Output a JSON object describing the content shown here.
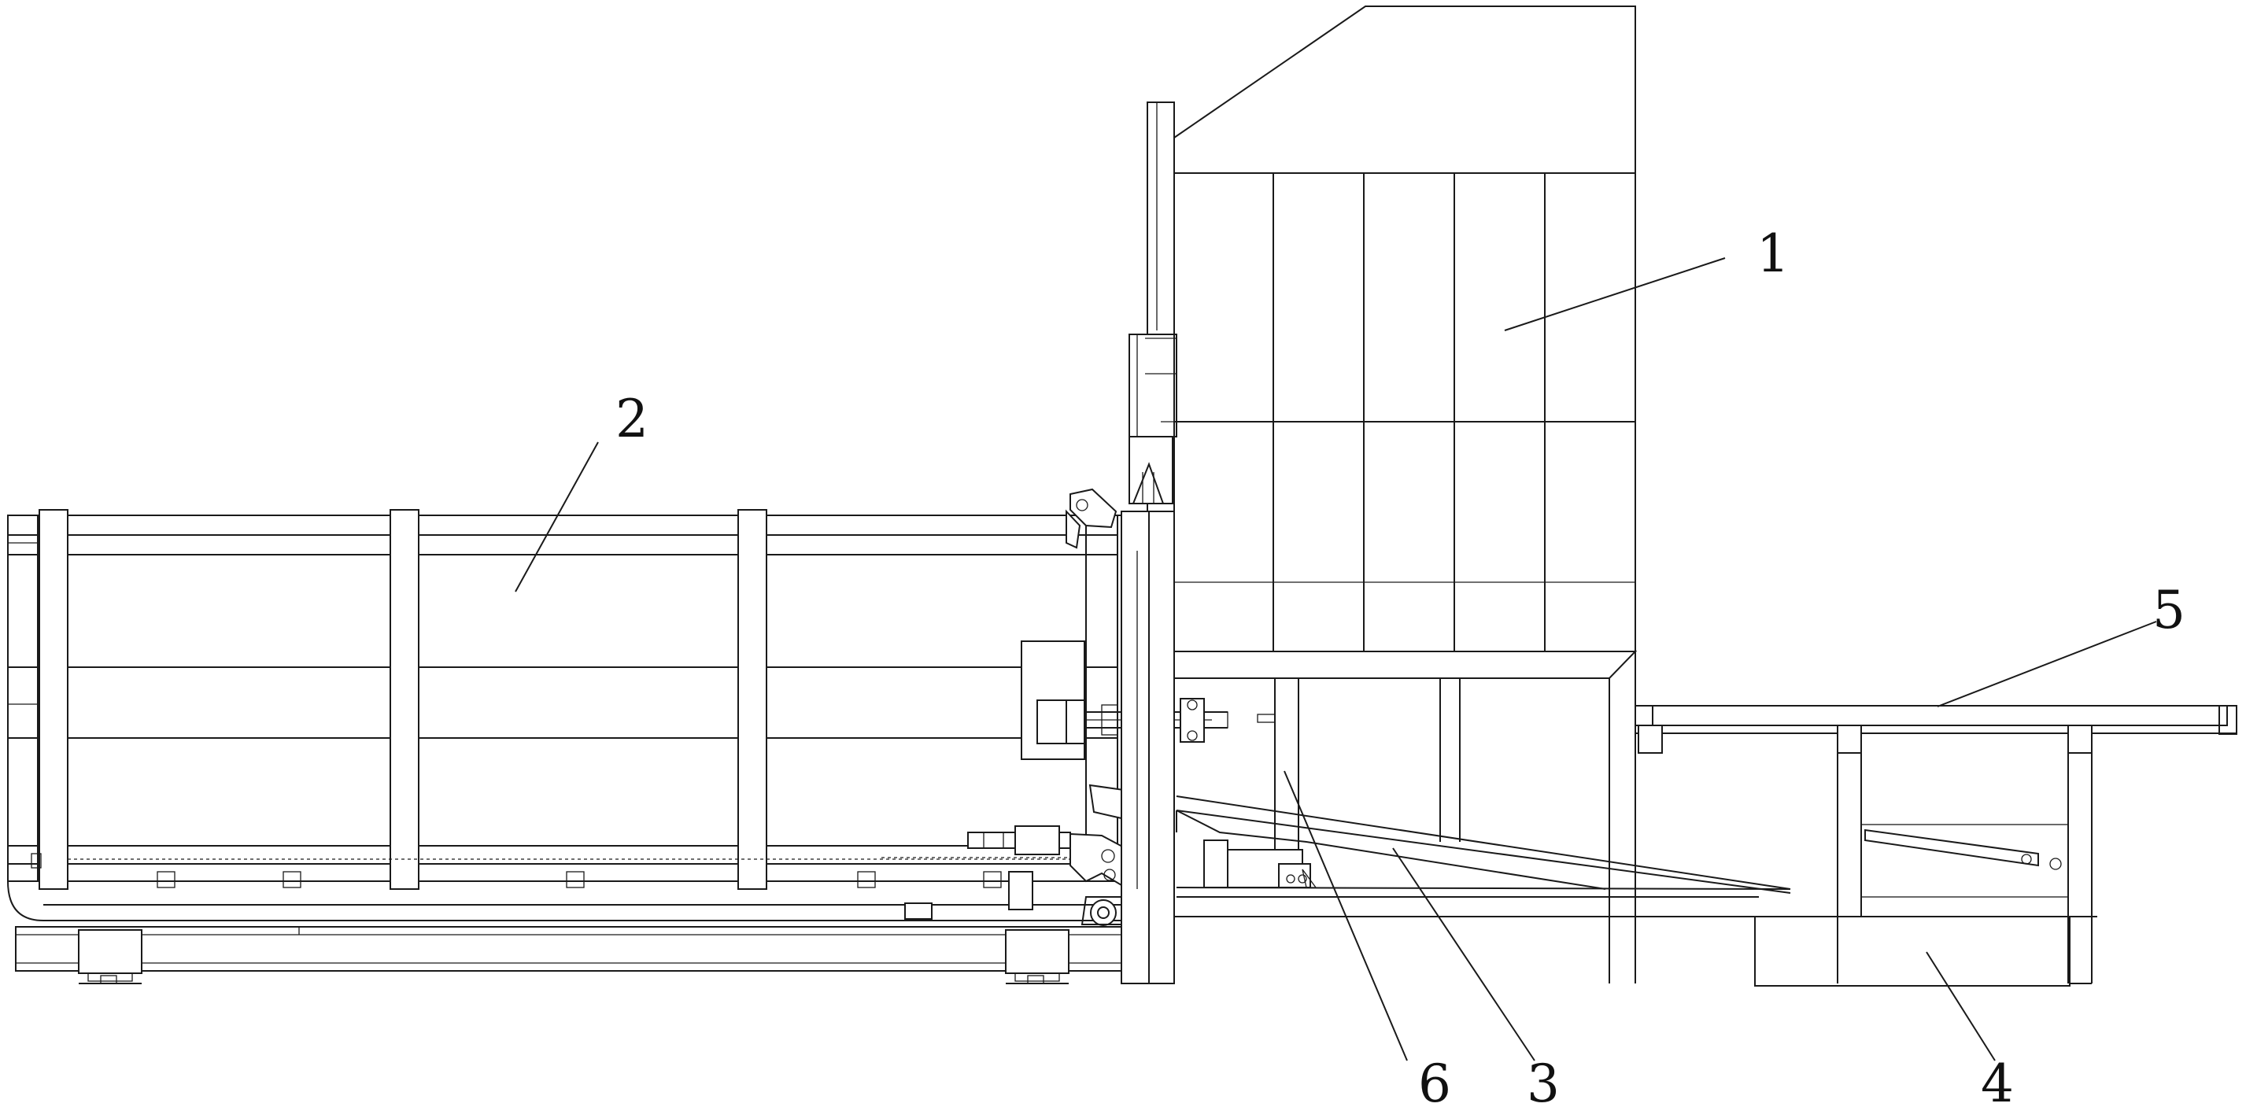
{
  "callouts": [
    {
      "id": "callout-1",
      "label": "1"
    },
    {
      "id": "callout-2",
      "label": "2"
    },
    {
      "id": "callout-3",
      "label": "3"
    },
    {
      "id": "callout-4",
      "label": "4"
    },
    {
      "id": "callout-5",
      "label": "5"
    },
    {
      "id": "callout-6",
      "label": "6"
    }
  ],
  "colors": {
    "line": "#1a1a1a",
    "background": "#ffffff"
  }
}
